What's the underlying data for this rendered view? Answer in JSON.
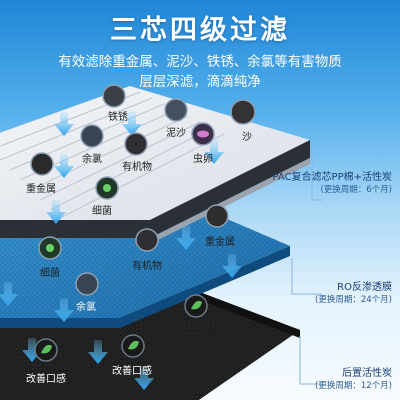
{
  "header": {
    "title": "三芯四级过滤",
    "subtitle_line1": "有效滤除重金属、泥沙、铁锈、余氯等有害物质",
    "subtitle_line2": "层层深滤，滴滴纯净"
  },
  "layers": {
    "pac": {
      "name": "PAC复合滤芯PP棉+活性炭",
      "period": "(更换周期：6个月)"
    },
    "ro": {
      "name": "RO反渗透膜",
      "period": "(更换周期：24个月)"
    },
    "post": {
      "name": "后置活性炭",
      "period": "(更换周期：12个月)"
    }
  },
  "contaminants": {
    "pac": [
      "铁锈",
      "泥沙",
      "沙",
      "余氯",
      "有机物",
      "虫卵",
      "重金属",
      "细菌"
    ],
    "ro": [
      "重金属",
      "细菌",
      "有机物",
      "余氯"
    ],
    "post": [
      "改善口感",
      "改善口感",
      "改善口感"
    ]
  },
  "colors": {
    "accent": "#1f86d6",
    "ro_layer": "#2a7fbd",
    "carbon_layer": "#1c1c1c"
  }
}
